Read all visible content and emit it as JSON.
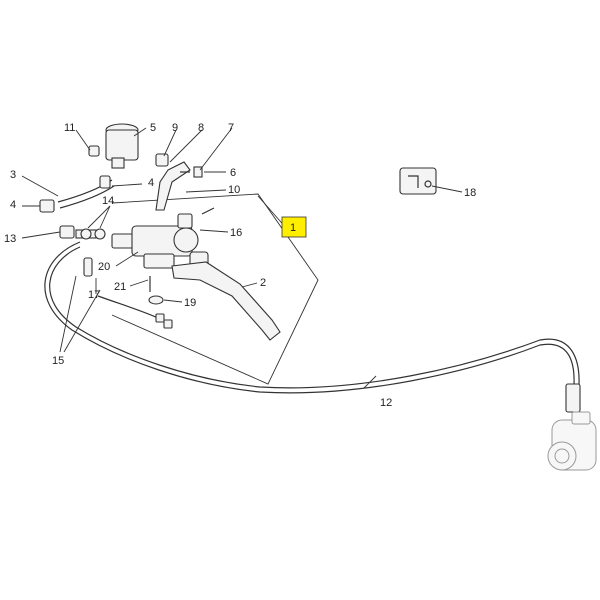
{
  "diagram": {
    "highlight_color": "#ffee00",
    "callouts": {
      "c1": "1",
      "c2": "2",
      "c3": "3",
      "c4a": "4",
      "c4b": "4",
      "c5": "5",
      "c6": "6",
      "c7": "7",
      "c8": "8",
      "c9": "9",
      "c10": "10",
      "c11": "11",
      "c12": "12",
      "c13": "13",
      "c14": "14",
      "c15": "15",
      "c16": "16",
      "c17": "17",
      "c18": "18",
      "c19": "19",
      "c20": "20",
      "c21": "21"
    }
  }
}
